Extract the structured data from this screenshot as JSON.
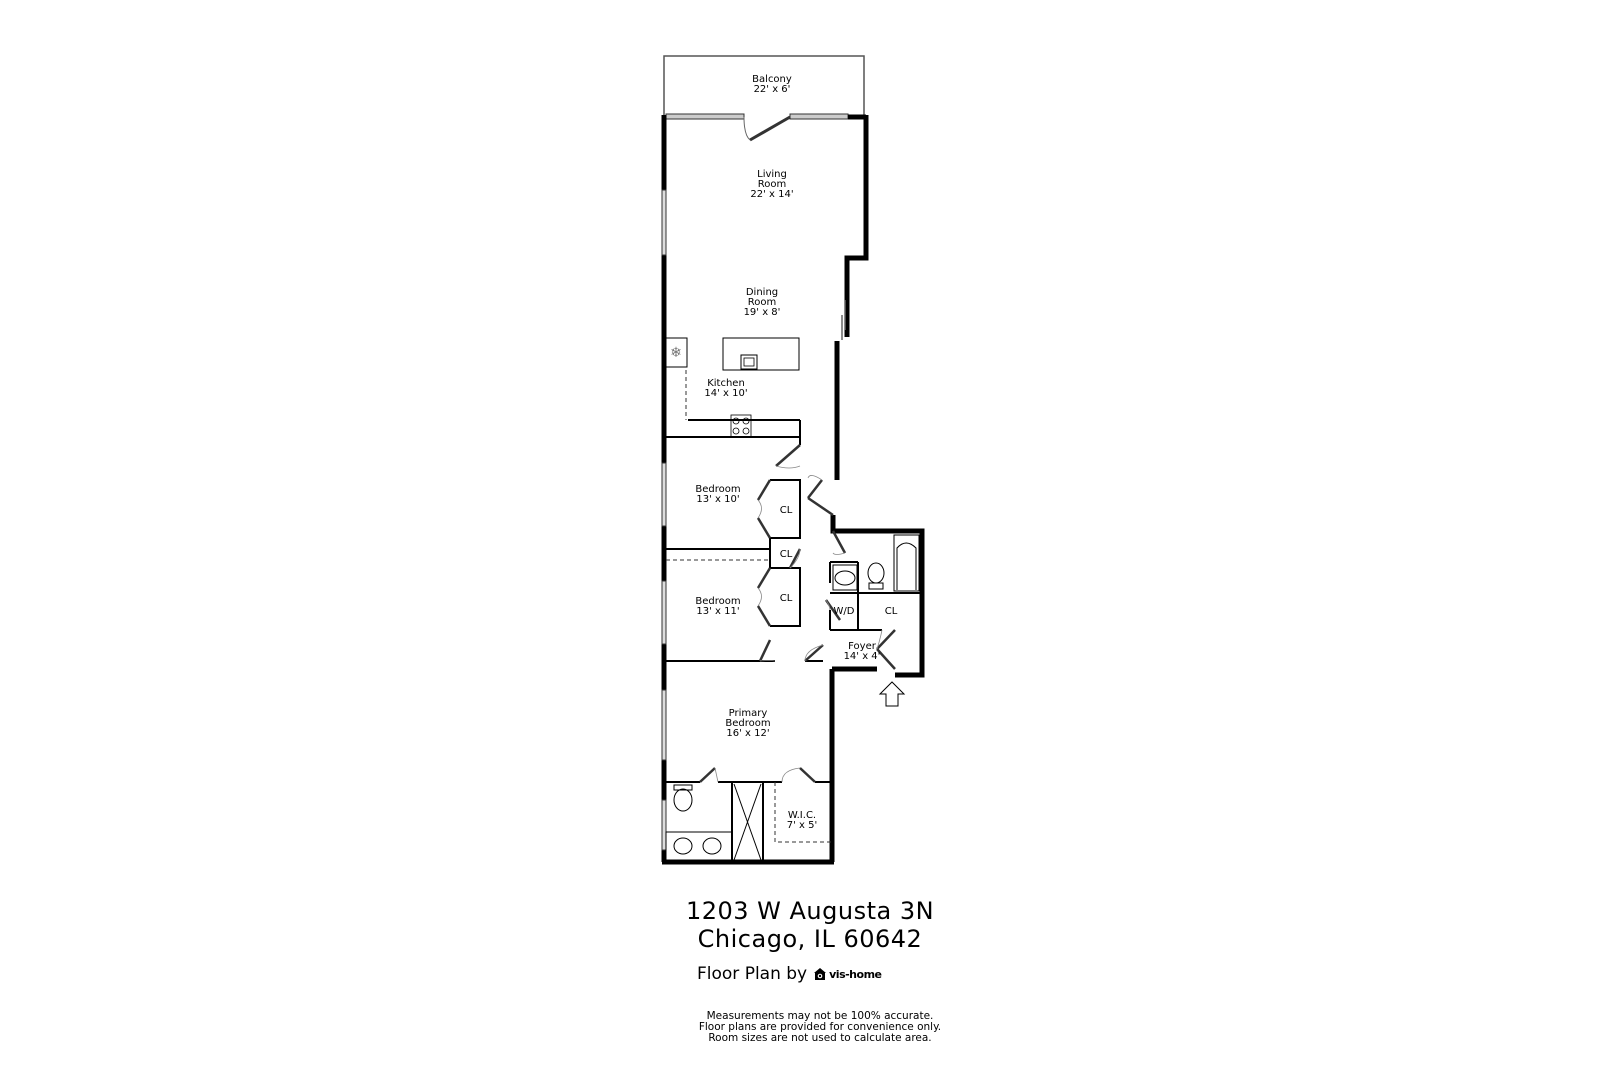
{
  "rooms": [
    {
      "name": "Balcony",
      "size": "22' x 6'"
    },
    {
      "name": "Living Room",
      "line1": "Living",
      "line2": "Room",
      "size": "22' x 14'"
    },
    {
      "name": "Dining Room",
      "line1": "Dining",
      "line2": "Room",
      "size": "19' x 8'"
    },
    {
      "name": "Kitchen",
      "size": "14' x 10'"
    },
    {
      "name": "Bedroom",
      "size": "13' x 10'"
    },
    {
      "name": "Bedroom",
      "size": "13' x 11'"
    },
    {
      "name": "Primary Bedroom",
      "line1": "Primary",
      "line2": "Bedroom",
      "size": "16' x 12'"
    },
    {
      "name": "W.I.C.",
      "size": "7' x 5'"
    },
    {
      "name": "Foyer",
      "size": "14' x 4'"
    }
  ],
  "fixtures": {
    "closet": "CL",
    "washer_dryer": "W/D"
  },
  "address": {
    "line1": "1203 W Augusta 3N",
    "line2": "Chicago, IL 60642"
  },
  "credit": {
    "prefix": "Floor Plan by",
    "brand": "vis-home"
  },
  "disclaimer": [
    "Measurements may not be 100% accurate.",
    "Floor plans are provided for convenience only.",
    "Room sizes are not used to calculate area."
  ],
  "icons": {
    "entry": "entry-arrow-icon",
    "logo": "house-camera-icon"
  }
}
